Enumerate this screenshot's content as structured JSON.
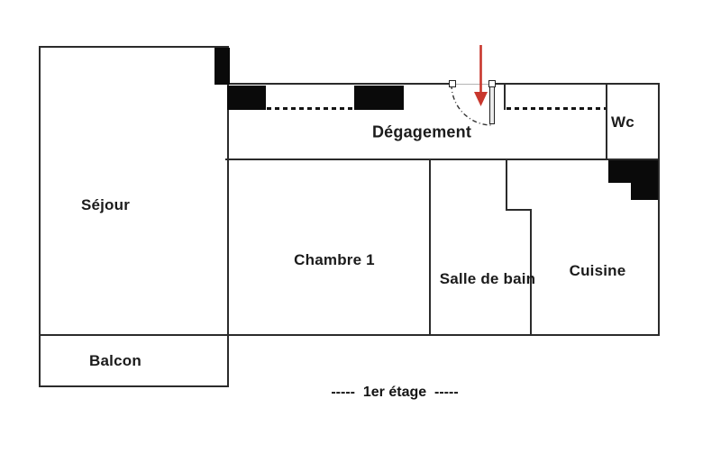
{
  "floorplan": {
    "caption": "-----  1er étage  -----",
    "rooms": {
      "sejour": "Séjour",
      "balcon": "Balcon",
      "degagement": "Dégagement",
      "wc": "Wc",
      "chambre1": "Chambre 1",
      "salle_de_bain": "Salle de bain",
      "cuisine": "Cuisine"
    },
    "icons": {
      "entrance_arrow": "red-down-arrow",
      "door_swing": "dash-dot-quarter-arc",
      "door_jambs": "small-white-squares",
      "closet_fronts": "dashed-lines"
    },
    "colors": {
      "wall": "#2b2b2b",
      "solid_fill": "#0a0a0a",
      "arrow": "#c8372d",
      "background": "#ffffff",
      "opening_line": "#b5b5b5"
    }
  }
}
